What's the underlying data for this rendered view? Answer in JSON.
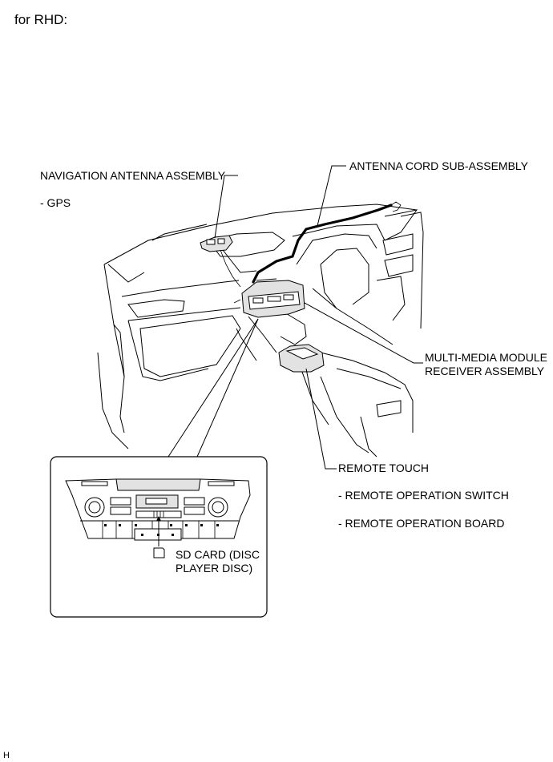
{
  "header": {
    "title": "for RHD:"
  },
  "labels": {
    "nav_antenna": "NAVIGATION ANTENNA ASSEMBLY",
    "nav_antenna_sub": "- GPS",
    "antenna_cord": "ANTENNA CORD SUB-ASSEMBLY",
    "mm_module_line1": "MULTI-MEDIA MODULE",
    "mm_module_line2": "RECEIVER ASSEMBLY",
    "remote_touch": "REMOTE TOUCH",
    "remote_touch_sub1": "- REMOTE OPERATION SWITCH",
    "remote_touch_sub2": "- REMOTE OPERATION BOARD",
    "sd_card_line1": "SD CARD (DISC",
    "sd_card_line2": "PLAYER DISC)"
  },
  "footer": {
    "code": "H"
  }
}
